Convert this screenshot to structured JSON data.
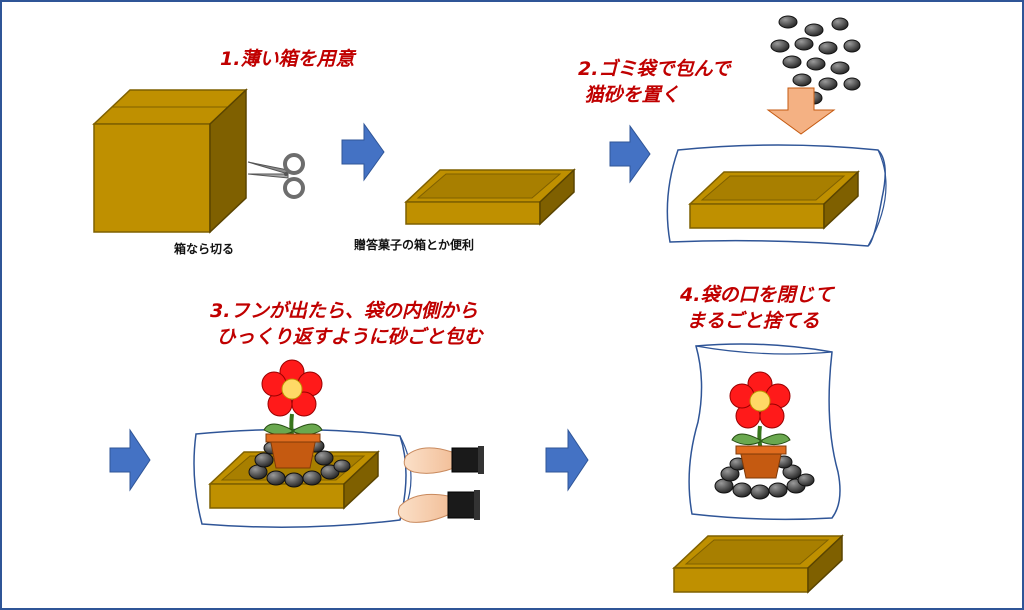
{
  "steps": {
    "step1": {
      "title": "1.薄い箱を用意"
    },
    "step2": {
      "title": "2.ゴミ袋で包んで\n 猫砂を置く"
    },
    "step3": {
      "title": "3.フンが出たら、袋の内側から\n ひっくり返すように砂ごと包む"
    },
    "step4": {
      "title": "4.袋の口を閉じて\n まるごと捨てる"
    }
  },
  "captions": {
    "cut_box": "箱なら切る",
    "candy_box": "贈答菓子の箱とか便利"
  },
  "colors": {
    "border": "#2f5597",
    "title_red": "#c00000",
    "arrow_blue": "#4472c4",
    "box_face": "#bf9000",
    "box_dark": "#7f6000",
    "down_arrow": "#f4b183",
    "pebble": "#3a3a3a",
    "petal": "#ff1a1a",
    "flower_center": "#ffd966",
    "pot": "#c55a11"
  },
  "icons": [
    "scissors-icon",
    "right-arrow-icon",
    "down-arrow-icon",
    "flower-pot-icon",
    "hand-icon",
    "plastic-bag-icon",
    "cat-litter-icon"
  ]
}
